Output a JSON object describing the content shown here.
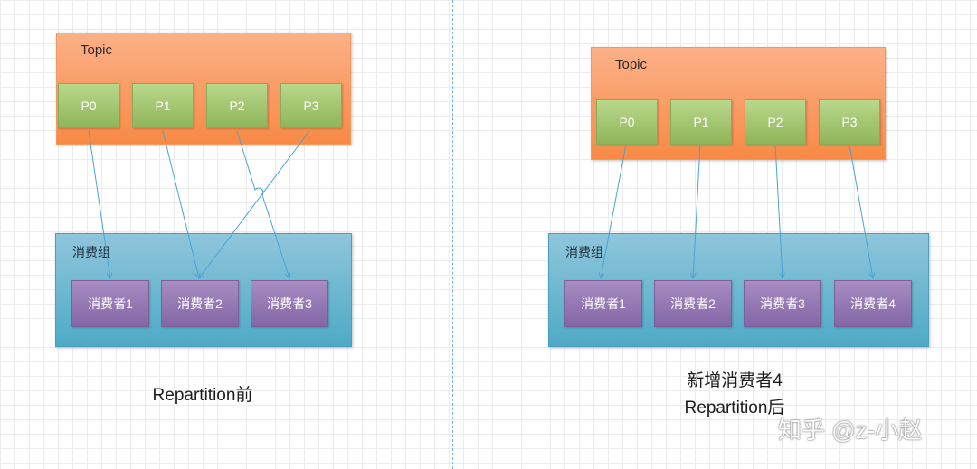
{
  "before": {
    "topic_label": "Topic",
    "partitions": [
      "P0",
      "P1",
      "P2",
      "P3"
    ],
    "group_label": "消费组",
    "consumers": [
      "消费者1",
      "消费者2",
      "消费者3"
    ],
    "caption": "Repartition前"
  },
  "after": {
    "topic_label": "Topic",
    "partitions": [
      "P0",
      "P1",
      "P2",
      "P3"
    ],
    "group_label": "消费组",
    "consumers": [
      "消费者1",
      "消费者2",
      "消费者3",
      "消费者4"
    ],
    "caption_line1": "新增消费者4",
    "caption_line2": "Repartition后"
  },
  "watermark": "知乎 @z-小赵",
  "colors": {
    "topic": "#f88a45",
    "partition": "#9bbf66",
    "group": "#5fb2cc",
    "consumer": "#8c6fae",
    "arrow": "#4aa3d6",
    "divider": "#6fb1e8"
  }
}
